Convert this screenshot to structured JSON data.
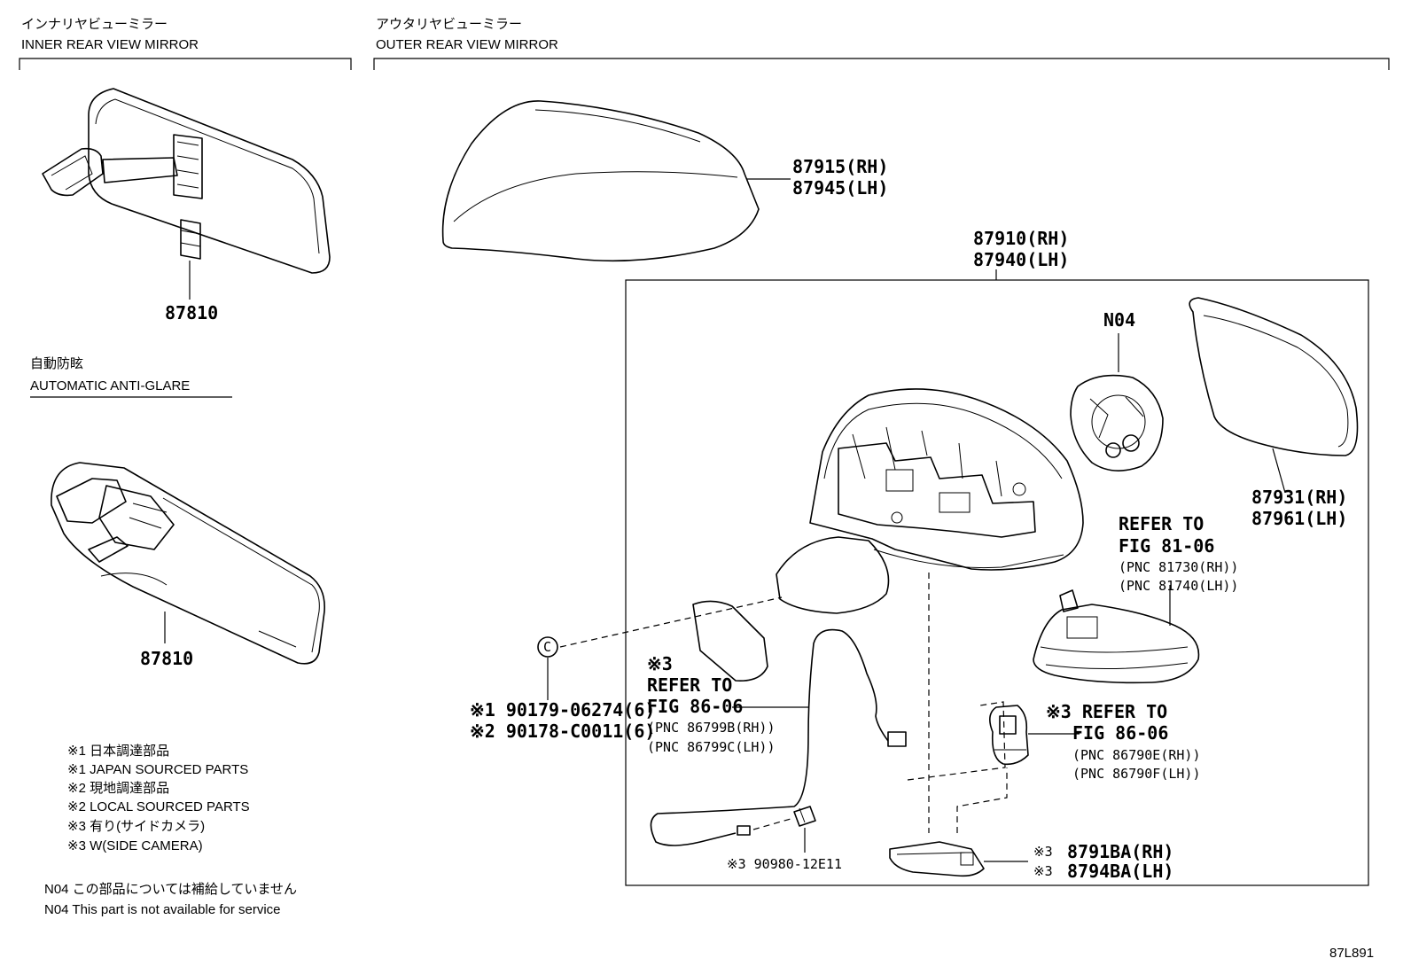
{
  "sections": {
    "inner": {
      "title_jp": "インナリヤビューミラー",
      "title_en": "INNER REAR VIEW MIRROR"
    },
    "outer": {
      "title_jp": "アウタリヤビューミラー",
      "title_en": "OUTER REAR VIEW MIRROR"
    },
    "anti_glare": {
      "title_jp": "自動防眩",
      "title_en": "AUTOMATIC ANTI-GLARE"
    }
  },
  "parts": {
    "inner_mirror_top": "87810",
    "inner_mirror_bottom": "87810",
    "cover_rh": "87915(RH)",
    "cover_lh": "87945(LH)",
    "assembly_rh": "87910(RH)",
    "assembly_lh": "87940(LH)",
    "n04": "N04",
    "glass_rh": "87931(RH)",
    "glass_lh": "87961(LH)",
    "clip_1": "※1 90179-06274(6)",
    "clip_2": "※2 90178-C0011(6)",
    "connector": "※3 90980-12E11",
    "lamp_rh": "8791BA(RH)",
    "lamp_lh": "8794BA(LH)",
    "lamp_mark_rh": "※3",
    "lamp_mark_lh": "※3"
  },
  "refs": {
    "turn_signal": {
      "line1": "REFER TO",
      "line2": "FIG 81-06",
      "line3": "(PNC 81730(RH))",
      "line4": "(PNC 81740(LH))"
    },
    "camera_wire": {
      "mark": "※3",
      "line1": "REFER TO",
      "line2": "FIG 86-06",
      "line3": "(PNC 86799B(RH))",
      "line4": "(PNC 86799C(LH))"
    },
    "camera": {
      "line1": "※3 REFER TO",
      "line2": "FIG 86-06",
      "line3": "(PNC 86790E(RH))",
      "line4": "(PNC 86790F(LH))"
    }
  },
  "notes": [
    "※1 日本調達部品",
    "※1 JAPAN SOURCED PARTS",
    "※2 現地調達部品",
    "※2 LOCAL SOURCED PARTS",
    "※3 有り(サイドカメラ)",
    "※3 W(SIDE CAMERA)"
  ],
  "n04_note": {
    "jp": "N04 この部品については補給していません",
    "en": "N04 This part is not available for service"
  },
  "figure_id": "87L891",
  "clip_symbol": "C"
}
